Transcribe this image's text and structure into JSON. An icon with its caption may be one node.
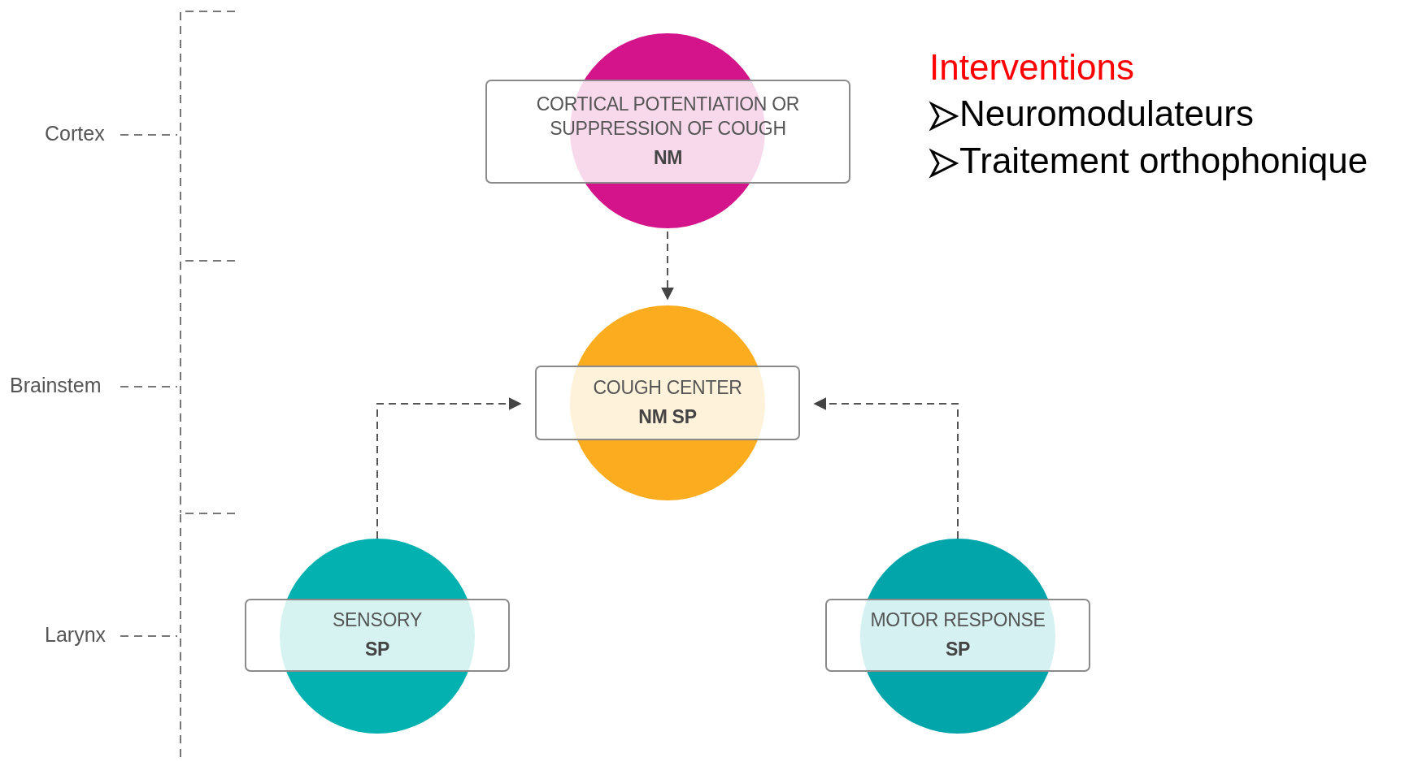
{
  "diagram": {
    "nodes": [
      {
        "text": [
          "CORTICAL POTENTIATION OR SUPPRESSION OF COUGH",
          "NM"
        ]
      },
      {
        "text": [
          "COUGH CENTER",
          "NM SP"
        ]
      },
      {
        "text": [
          "SENSORY",
          "SP"
        ]
      },
      {
        "text": [
          "MOTOR RESPONSE",
          "SP"
        ]
      }
    ],
    "edges": [
      {
        "from": 0,
        "to": 1,
        "arrow": "to",
        "style": "dashed"
      },
      {
        "from": 2,
        "to": 1,
        "arrow": "to",
        "style": "dashed"
      },
      {
        "from": 3,
        "to": 1,
        "arrow": "to",
        "style": "dashed"
      }
    ],
    "labels": [
      "Cortex",
      "Interventions",
      "Neuromodulateurs",
      "Traitement orthophonique",
      "Brainstem",
      "Larynx"
    ]
  }
}
